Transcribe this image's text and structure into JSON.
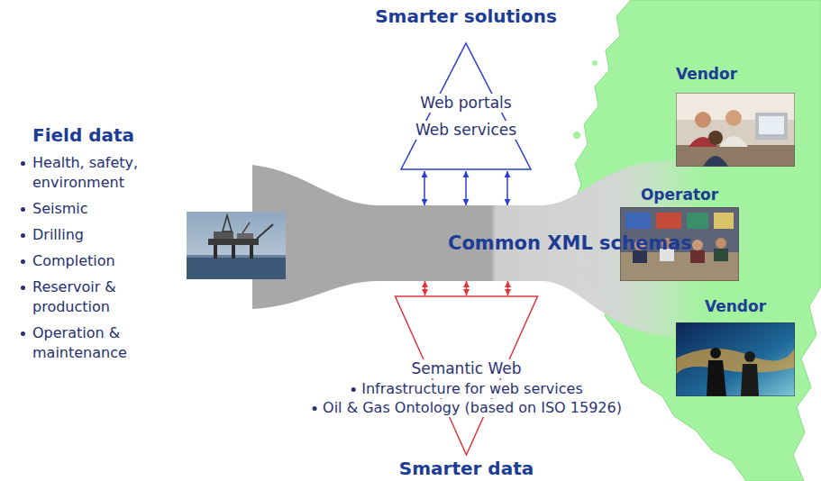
{
  "diagram": {
    "nodes": [
      {
        "text": [
          "Smarter solutions",
          "Web portals",
          "Web services"
        ]
      },
      {
        "text": [
          "Common XML schemas"
        ]
      },
      {
        "text": [
          "Semantic Web",
          "Infrastructure for web services",
          "Oil & Gas Ontology (based on ISO 15926)",
          "Smarter data"
        ]
      },
      {
        "text": [
          "Vendor"
        ]
      },
      {
        "text": [
          "Operator"
        ]
      },
      {
        "text": [
          "Vendor"
        ]
      }
    ],
    "edges": [
      {
        "from": 0,
        "to": 1,
        "arrow": "both"
      },
      {
        "from": 0,
        "to": 1,
        "arrow": "both"
      },
      {
        "from": 0,
        "to": 1,
        "arrow": "both"
      },
      {
        "from": 1,
        "to": 2,
        "arrow": "both"
      },
      {
        "from": 1,
        "to": 2,
        "arrow": "both"
      },
      {
        "from": 1,
        "to": 2,
        "arrow": "both"
      }
    ],
    "labels": [
      "Field data",
      "Health, safety, environment",
      "Seismic",
      "Drilling",
      "Completion",
      "Reservoir & production",
      "Operation & maintenance"
    ]
  }
}
